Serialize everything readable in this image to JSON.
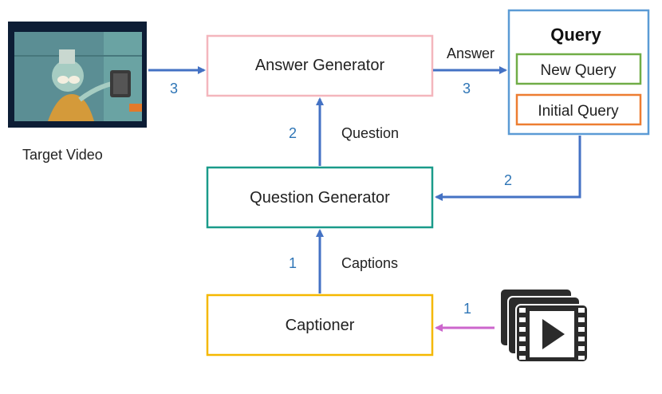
{
  "video_thumbnail": {
    "caption": "Target Video"
  },
  "boxes": {
    "answer_generator": {
      "label": "Answer Generator",
      "color": "#f4b6bd"
    },
    "question_generator": {
      "label": "Question Generator",
      "color": "#1a9b8a"
    },
    "captioner": {
      "label": "Captioner",
      "color": "#f5b800"
    },
    "query": {
      "title": "Query",
      "color": "#5b9bd5",
      "new_query": {
        "label": "New Query",
        "color": "#70ad47"
      },
      "initial_query": {
        "label": "Initial Query",
        "color": "#ed7d31"
      }
    }
  },
  "edges": {
    "video_to_answer": {
      "step": "3"
    },
    "answer_to_query": {
      "label": "Answer",
      "step": "3"
    },
    "question_to_answer": {
      "label": "Question",
      "step": "2"
    },
    "query_to_question": {
      "step": "2"
    },
    "captioner_to_question": {
      "label": "Captions",
      "step": "1"
    },
    "clips_to_captioner": {
      "step": "1"
    }
  },
  "colors": {
    "arrow": "#4472c4",
    "arrow_input": "#cc66cc",
    "step_number": "#2e75b6"
  }
}
